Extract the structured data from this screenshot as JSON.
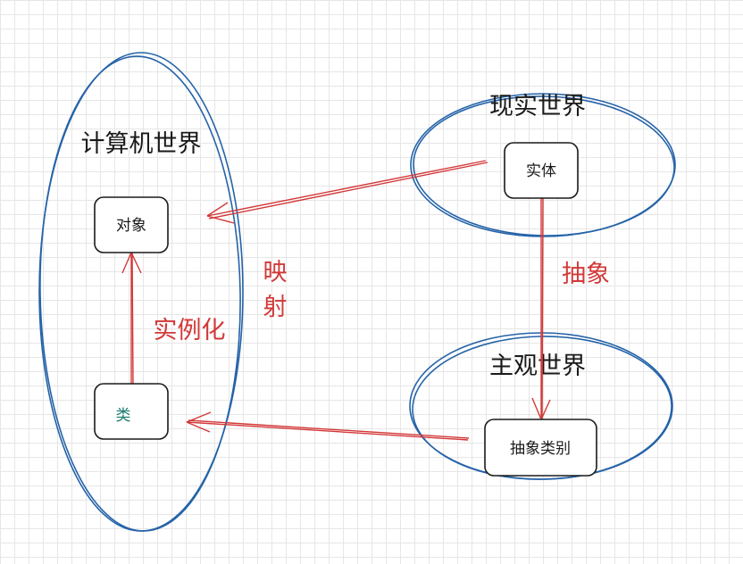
{
  "worlds": {
    "computer": "计算机世界",
    "real": "现实世界",
    "subjective": "主观世界"
  },
  "nodes": {
    "object": "对象",
    "class": "类",
    "entity": "实体",
    "abstract_category": "抽象类别"
  },
  "relations": {
    "mapping_line1": "映",
    "mapping_line2": "射",
    "instantiation": "实例化",
    "abstraction": "抽象"
  },
  "colors": {
    "ellipse_stroke": "#2563a8",
    "arrow_red": "#d33838",
    "class_text": "#1a7a6e"
  }
}
